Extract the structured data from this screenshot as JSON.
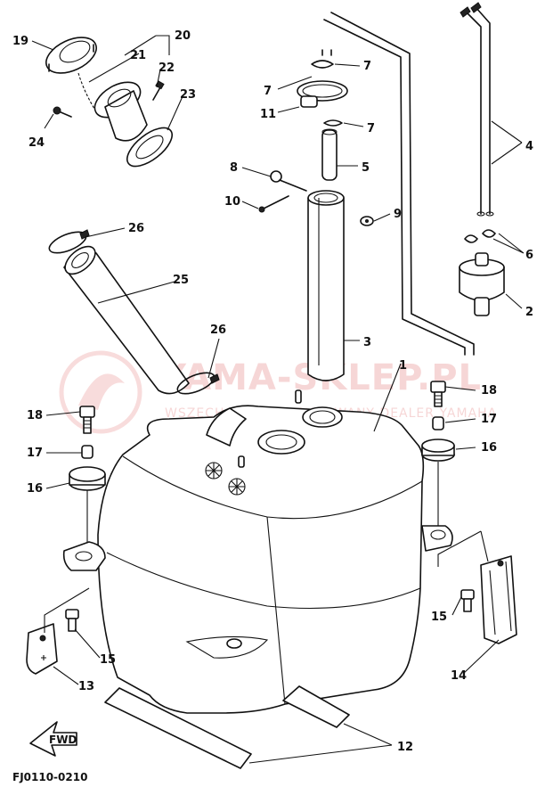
{
  "diagram": {
    "code": "FJ0110-0210",
    "fwd_label": "FWD",
    "watermark": {
      "line1": "YAMA-SKLEP.PL",
      "line2": "WSZECHOWI AUTORYZOWANY DEALER YAMAHA"
    },
    "callouts": {
      "c1": "1",
      "c2": "2",
      "c3": "3",
      "c4": "4",
      "c5": "5",
      "c6": "6",
      "c7a": "7",
      "c7b": "7",
      "c7c": "7",
      "c8": "8",
      "c9": "9",
      "c10": "10",
      "c11": "11",
      "c12": "12",
      "c13": "13",
      "c14": "14",
      "c15a": "15",
      "c15b": "15",
      "c16a": "16",
      "c16b": "16",
      "c17a": "17",
      "c17b": "17",
      "c18a": "18",
      "c18b": "18",
      "c19": "19",
      "c20": "20",
      "c21": "21",
      "c22": "22",
      "c23": "23",
      "c24": "24",
      "c26a": "26",
      "c26b": "26",
      "c25": "25"
    }
  }
}
